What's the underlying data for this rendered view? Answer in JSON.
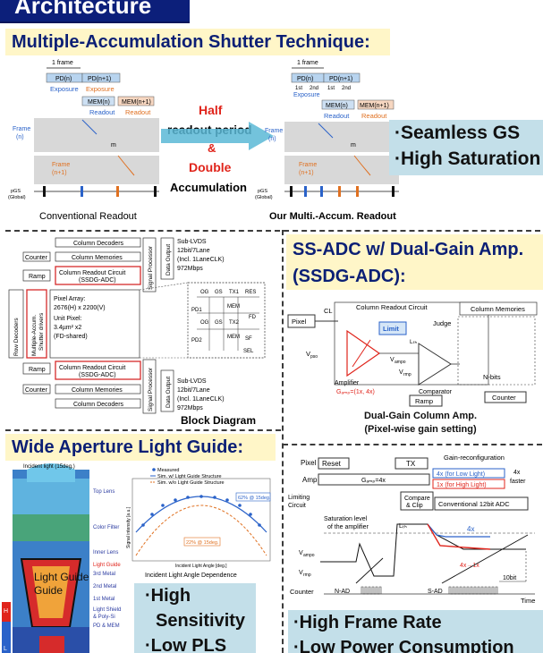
{
  "slide": {
    "title": "Architecture",
    "colors": {
      "title_bg": "#0c1f7a",
      "heading_bg": "#fff6c8",
      "heading_text": "#0b1f75",
      "tag_bg": "#c3dfe9",
      "accent_red": "#e0241b",
      "accent_blue": "#2a62c9"
    }
  },
  "mast": {
    "heading": "Multiple-Accumulation Shutter Technique:",
    "conventional": {
      "frame_span": "1 frame",
      "pd_n": "PD(n)",
      "pd_n1": "PD(n+1)",
      "exposure_a": "Exposure",
      "exposure_b": "Exposure",
      "mem_n": "MEM(n)",
      "mem_n1": "MEM(n+1)",
      "readout_a": "Readout",
      "readout_b": "Readout",
      "frame_n": "Frame\n(n)",
      "frame_n1": "Frame\n(n+1)",
      "row_m": "m",
      "pgs": "pGS\n(Global)",
      "caption": "Conventional Readout"
    },
    "center": {
      "half": "Half",
      "readout_period": "readout period",
      "amp": "&",
      "double": "Double",
      "accumulation": "Accumulation"
    },
    "ours": {
      "frame_span": "1 frame",
      "pd_n": "PD(n)",
      "pd_n1": "PD(n+1)",
      "acc_1st": "1st",
      "acc_2nd": "2nd",
      "exposure": "Exposure",
      "mem_n": "MEM(n)",
      "mem_n1": "MEM(n+1)",
      "readout_a": "Readout",
      "readout_b": "Readout",
      "frame_n": "Frame\n(n)",
      "frame_n1": "Frame\n(n+1)",
      "row_m": "m",
      "pgs": "pGS\n(Global)",
      "caption": "Our Multi.-Accum. Readout"
    },
    "tags": [
      "·Seamless GS",
      "·High Saturation"
    ]
  },
  "block_diagram": {
    "column_decoders_top": "Column Decoders",
    "counter_top": "Counter",
    "column_memories_top": "Column Memories",
    "ramp_top": "Ramp",
    "readout_top_line1": "Column Readout Circuit",
    "readout_top_line2": "(SSDG-ADC)",
    "pixel_array_lines": [
      "Pixel Array:",
      "2676(H) x 2200(V)",
      "Unit Pixel:",
      "3.4µm² x2",
      "(FD-shared)"
    ],
    "row_decoders": "Row Decoders\n& Drivers",
    "mast_drivers": "Multiple-Accum.\nShutter drivers",
    "readout_bottom_line1": "Column Readout Circuit",
    "readout_bottom_line2": "(SSDG-ADC)",
    "ramp_bottom": "Ramp",
    "counter_bottom": "Counter",
    "column_memories_bottom": "Column Memories",
    "column_decoders_bottom": "Column Decoders",
    "signal_processor": "Signal Processor",
    "data_output": "Data Output",
    "lvds_top": [
      "Sub-LVDS",
      "12bit/7Lane",
      "(Incl. 1LaneCLK)",
      "972Mbps"
    ],
    "lvds_bottom": [
      "Sub-LVDS",
      "12bit/7Lane",
      "(Incl. 1LaneCLK)",
      "972Mbps"
    ],
    "pixel_labels": [
      "OG",
      "GS",
      "TX1",
      "RES",
      "PD1",
      "MEM",
      "FD",
      "OG",
      "GS",
      "TX2",
      "PD2",
      "MEM",
      "SF",
      "SEL"
    ],
    "caption": "Block Diagram"
  },
  "ssadc": {
    "heading_line1": "SS-ADC w/ Dual-Gain Amp.",
    "heading_line2": "(SSDG-ADC):",
    "pixel": "Pixel",
    "cl": "CL",
    "column_readout_circuit": "Column Readout Circuit",
    "column_memories": "Column Memories",
    "vpso": "Vₚₛₒ",
    "limit": "Limit",
    "lth": "Lₜₕ",
    "judge": "Judge",
    "amplifier": "Amplifier",
    "gamp": "Gₐₘₚ=(1x, 4x)",
    "vampo": "Vₐₘₚₒ",
    "vrmp": "Vᵣₘₚ",
    "comparator": "Comparator",
    "nbits": "N-bits",
    "ramp": "Ramp",
    "counter": "Counter",
    "caption_line1": "Dual-Gain Column Amp.",
    "caption_line2": "(Pixel-wise gain setting)"
  },
  "light_guide": {
    "heading": "Wide Aperture Light Guide:",
    "incident_light": "Incident light (15deg.)",
    "layers": [
      "Top Lens",
      "Color Filter",
      "Inner Lens",
      "Light Guide",
      "3rd Metal",
      "2nd Metal",
      "1st Metal",
      "Light Shield\n& Poly-Si",
      "PD & MEM"
    ],
    "light_guide_label": "Light\nGuide",
    "scale_h": "H",
    "scale_l": "L",
    "legend": [
      "Measured",
      "Sim. w/ Light Guide Structure",
      "Sim. w/o Light Guide Structure"
    ],
    "annot_62": "62% @ 15deg.",
    "annot_22": "22% @ 15deg.",
    "ylabel": "Signal intensity [a.u.]",
    "xlabel": "Incident Light Angle [deg.]",
    "caption": "Incident Light Angle Dependence",
    "tags": [
      "·High",
      "Sensitivity",
      "·Low PLS"
    ]
  },
  "timing": {
    "pixel": "Pixel",
    "reset": "Reset",
    "tx": "TX",
    "gain_reconfig": "Gain-reconfiguration",
    "amp": "Amp",
    "gamp4x": "Gₐₘₚ=4x",
    "low_light": "4x (for Low Light)",
    "high_light": "1x (for High Light)",
    "faster": "4x\nfaster",
    "limiting": "Limiting\nCircuit",
    "compare": "Compare\n& Clip",
    "conv_adc": "Conventional 12bit ADC",
    "saturation": "Saturation level\nof the amplifier",
    "lth": "Lₜₕ",
    "label_4x": "4x",
    "label_4x_1x": "4x→1x",
    "vampo": "Vₐₘₚₒ",
    "vrmp": "Vᵣₘₚ",
    "tenbit": "10bit",
    "counter": "Counter",
    "nad": "N-AD",
    "sad": "S-AD",
    "time": "Time"
  },
  "footer_tags": [
    "·High Frame Rate",
    "·Low Power Consumption"
  ]
}
